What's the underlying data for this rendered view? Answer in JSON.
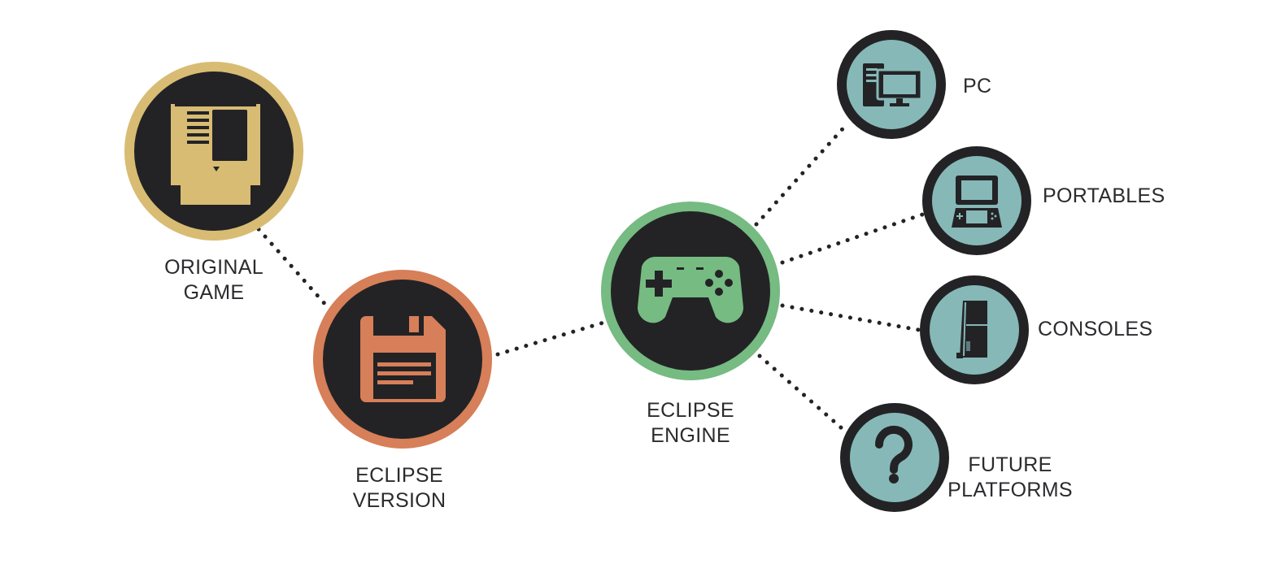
{
  "colors": {
    "node_fill": "#232326",
    "original_ring": "#d8bc74",
    "eclipse_version_ring": "#d67f59",
    "engine_ring": "#76bb82",
    "platform_fill": "#86b8b7",
    "connector": "#232326"
  },
  "nodes": {
    "original_game": {
      "label_line1": "ORIGINAL",
      "label_line2": "GAME",
      "icon": "cartridge-icon"
    },
    "eclipse_version": {
      "label_line1": "ECLIPSE",
      "label_line2": "VERSION",
      "icon": "floppy-disk-icon"
    },
    "eclipse_engine": {
      "label_line1": "ECLIPSE",
      "label_line2": "ENGINE",
      "icon": "gamepad-icon"
    },
    "pc": {
      "label": "PC",
      "icon": "desktop-computer-icon"
    },
    "portables": {
      "label": "PORTABLES",
      "icon": "handheld-console-icon"
    },
    "consoles": {
      "label": "CONSOLES",
      "icon": "console-tower-icon"
    },
    "future_platforms": {
      "label_line1": "FUTURE",
      "label_line2": "PLATFORMS",
      "icon": "question-mark-icon"
    }
  }
}
